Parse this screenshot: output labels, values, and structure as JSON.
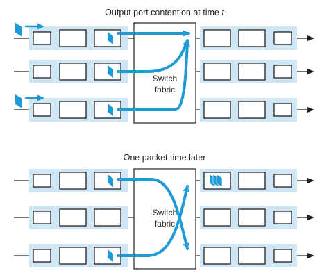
{
  "panels": [
    {
      "title_prefix": "Output port contention at time ",
      "title_var": "t",
      "fabric_label": [
        "Switch",
        "fabric"
      ],
      "arrivals": [
        0,
        2
      ]
    },
    {
      "title_prefix": "One packet time later",
      "title_var": "",
      "fabric_label": [
        "Switch",
        "fabric"
      ],
      "arrivals": []
    }
  ],
  "colors": {
    "band": "#cfe6f5",
    "flow": "#1e9ad6",
    "packet": "#1e9ad6",
    "line": "#231f20"
  }
}
